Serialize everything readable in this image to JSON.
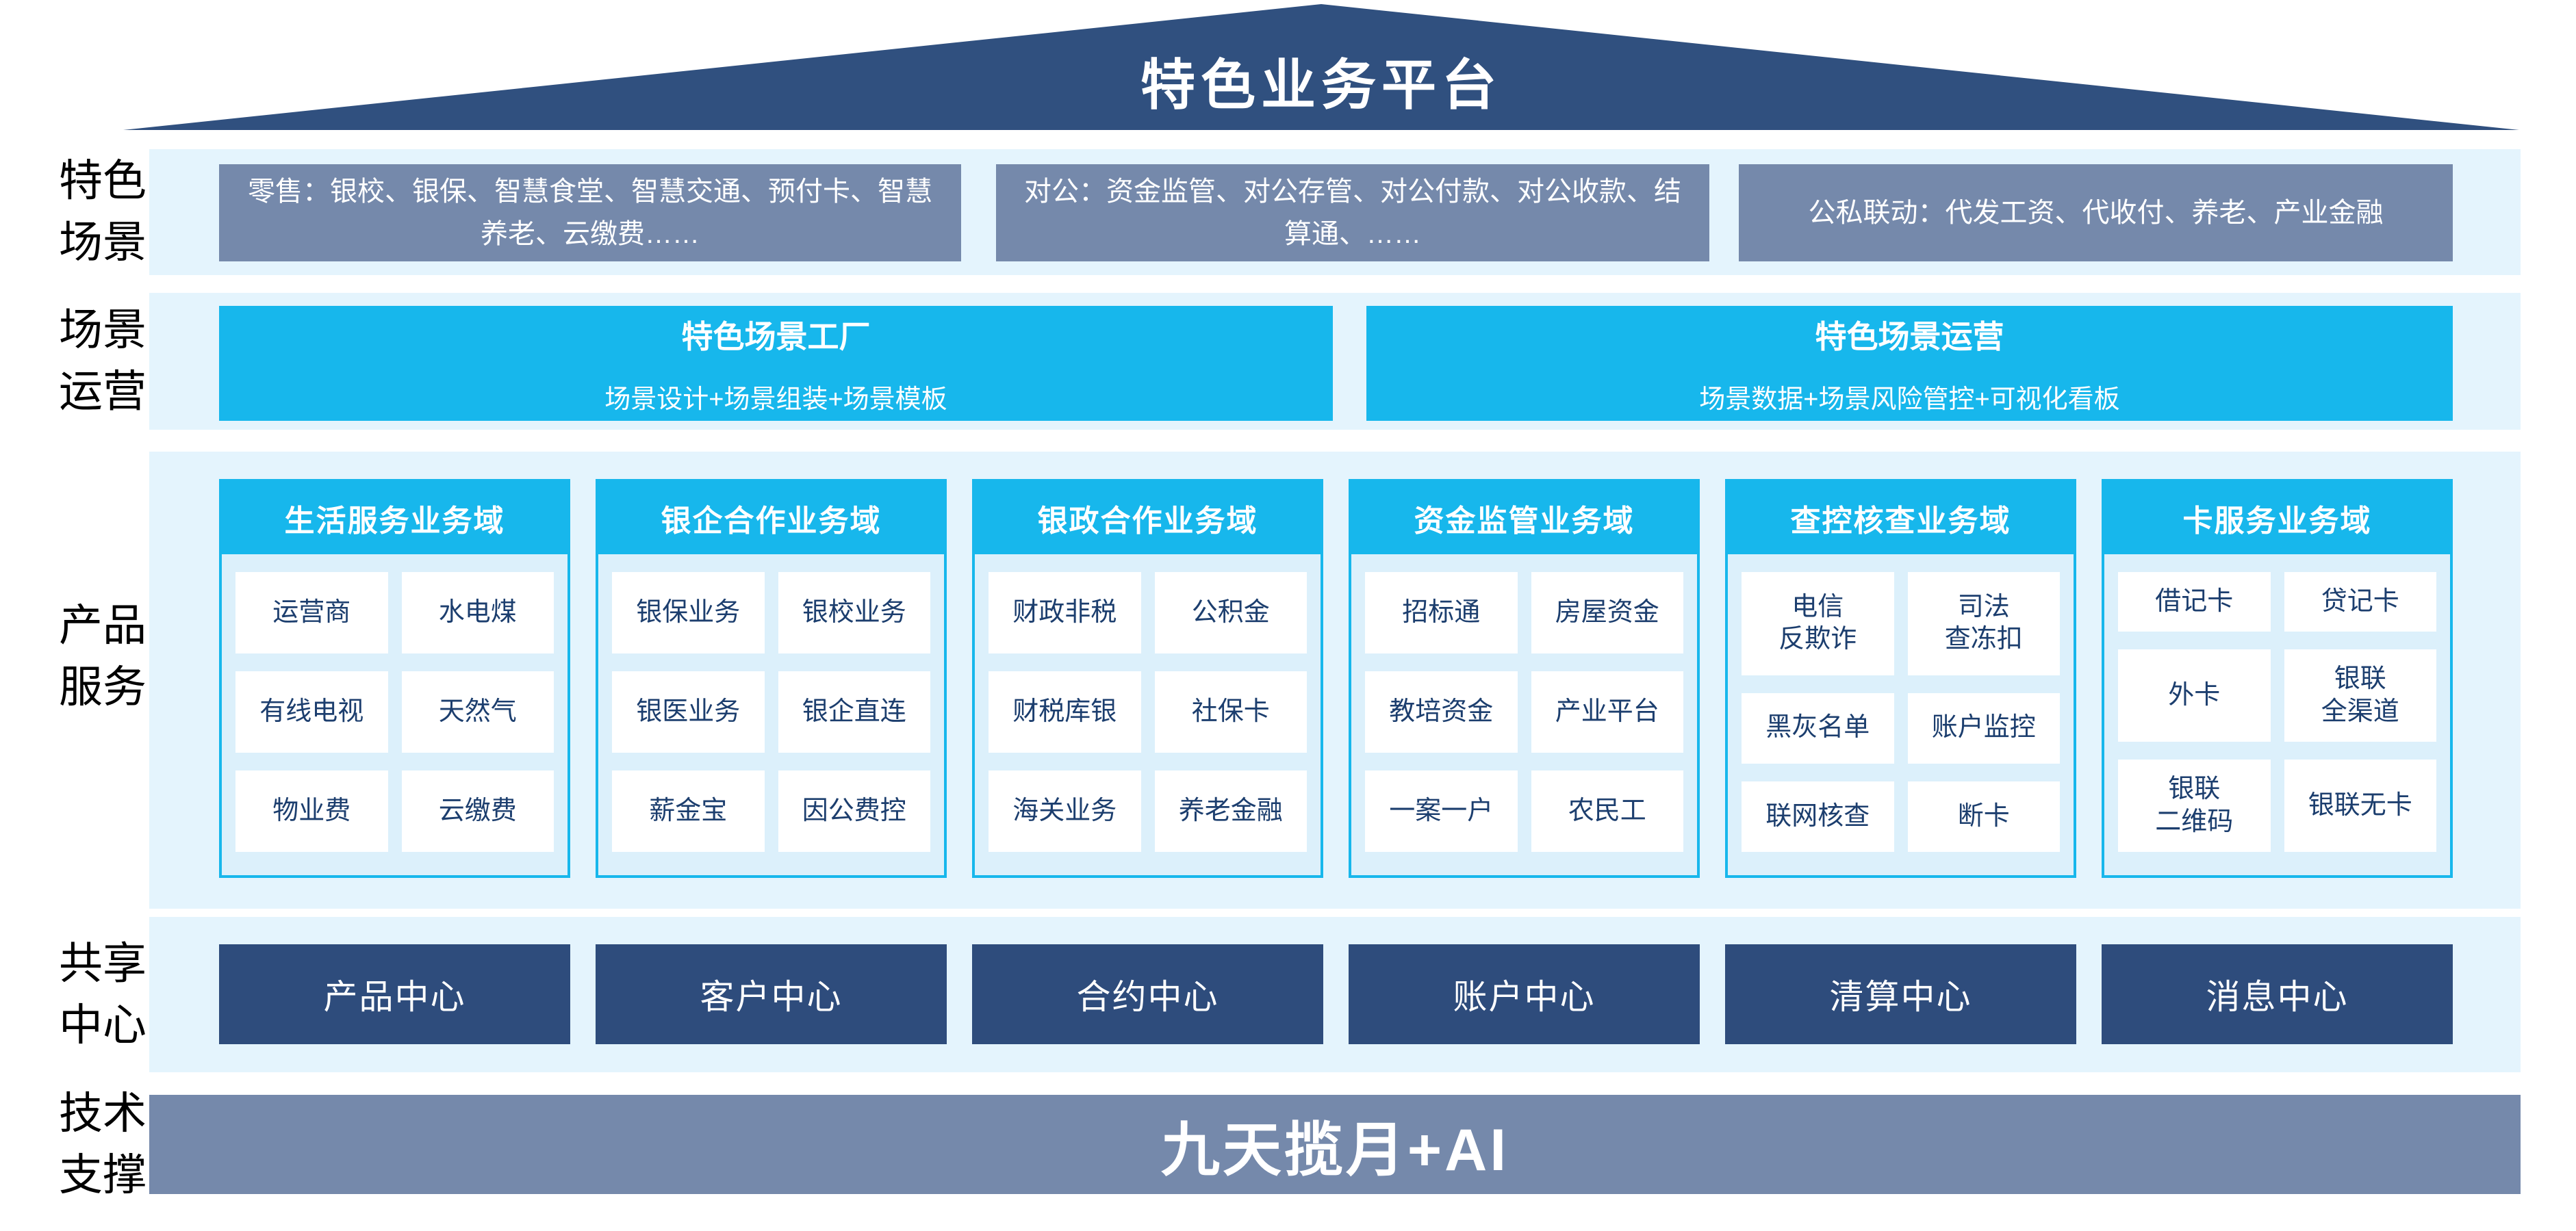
{
  "title": "特色业务平台",
  "colors": {
    "roof_blue": "#30507F",
    "steel_blue": "#7589AB",
    "cyan": "#17B7EC",
    "band_light_blue": "#E4F4FD",
    "panel_light_blue": "#DCF0FB",
    "dark_blue": "#2E4C7C",
    "navy_text": "#1C3E6E"
  },
  "sections": {
    "scene": {
      "label": "特色\n场景",
      "boxes": [
        "零售：银校、银保、智慧食堂、智慧交通、预付卡、智慧养老、云缴费……",
        "对公：资金监管、对公存管、对公付款、对公收款、结算通、……",
        "公私联动：代发工资、代收付、养老、产业金融"
      ]
    },
    "operation": {
      "label": "场景\n运营",
      "boxes": [
        {
          "title": "特色场景工厂",
          "subtitle": "场景设计+场景组装+场景模板"
        },
        {
          "title": "特色场景运营",
          "subtitle": "场景数据+场景风险管控+可视化看板"
        }
      ]
    },
    "products": {
      "label": "产品\n服务",
      "domains": [
        {
          "title": "生活服务业务域",
          "items": [
            "运营商",
            "水电煤",
            "有线电视",
            "天然气",
            "物业费",
            "云缴费"
          ]
        },
        {
          "title": "银企合作业务域",
          "items": [
            "银保业务",
            "银校业务",
            "银医业务",
            "银企直连",
            "薪金宝",
            "因公费控"
          ]
        },
        {
          "title": "银政合作业务域",
          "items": [
            "财政非税",
            "公积金",
            "财税库银",
            "社保卡",
            "海关业务",
            "养老金融"
          ]
        },
        {
          "title": "资金监管业务域",
          "items": [
            "招标通",
            "房屋资金",
            "教培资金",
            "产业平台",
            "一案一户",
            "农民工"
          ]
        },
        {
          "title": "查控核查业务域",
          "items": [
            "电信\n反欺诈",
            "司法\n查冻扣",
            "黑灰名单",
            "账户监控",
            "联网核查",
            "断卡"
          ]
        },
        {
          "title": "卡服务业务域",
          "items": [
            "借记卡",
            "贷记卡",
            "外卡",
            "银联\n全渠道",
            "银联\n二维码",
            "银联无卡"
          ]
        }
      ]
    },
    "centers": {
      "label": "共享\n中心",
      "boxes": [
        "产品中心",
        "客户中心",
        "合约中心",
        "账户中心",
        "清算中心",
        "消息中心"
      ]
    },
    "tech": {
      "label": "技术\n支撑",
      "bar": "九天揽月+AI"
    }
  }
}
